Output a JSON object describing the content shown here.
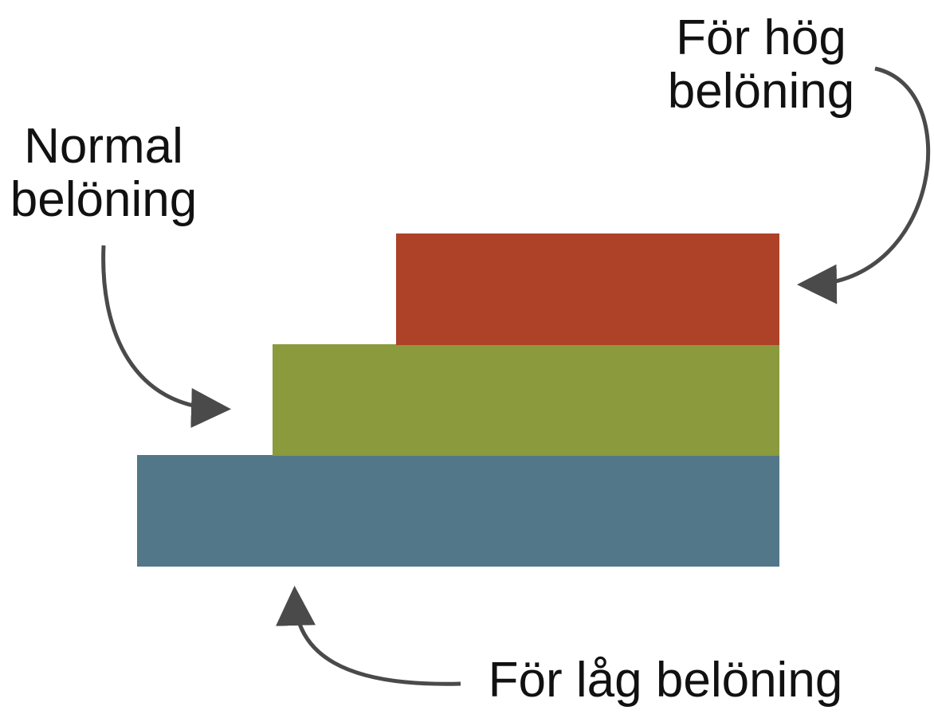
{
  "labels": {
    "normal": {
      "line1": "Normal",
      "line2": "belöning"
    },
    "high": {
      "line1": "För hög",
      "line2": "belöning"
    },
    "low": {
      "line1": "För låg belöning"
    }
  },
  "colors": {
    "low_bar": "#527788",
    "mid_bar": "#8a9a3c",
    "high_bar": "#ad4228",
    "arrow": "#4a4a4a",
    "text": "#111111"
  }
}
